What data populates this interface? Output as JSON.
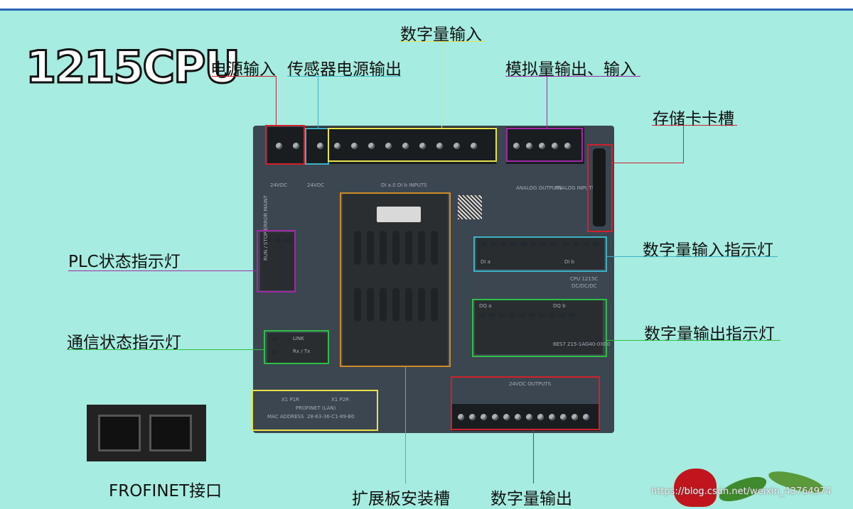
{
  "title": "1215CPU",
  "labels": {
    "power_input": "电源输入",
    "sensor_power_output": "传感器电源输出",
    "digital_input": "数字量输入",
    "analog_io": "模拟量输出、输入",
    "memory_card_slot": "存储卡卡槽",
    "plc_status_led": "PLC状态指示灯",
    "digital_input_led": "数字量输入指示灯",
    "comm_status_led": "通信状态指示灯",
    "digital_output_led": "数字量输出指示灯",
    "profinet_port": "FROFINET接口",
    "expansion_board_slot": "扩展板安装槽",
    "digital_output": "数字量输出"
  },
  "device_text": {
    "v24_dc_1": "24VDC",
    "v24_dc_2": "24VDC",
    "dc_inputs": "DI a.0  DI b  INPUTS",
    "analog_outputs": "ANALOG OUTPUTS",
    "analog_inputs": "ANALOG INPUTS",
    "status_leds": "RUN / STOP  ERROR  MAINT",
    "link": "LINK",
    "rx_tx": "Rx / Tx",
    "x1_p1r": "X1 P1R",
    "x1_p2r": "X1 P2R",
    "profinet_lan": "PROFINET (LAN)",
    "mac_address": "MAC ADDRESS",
    "mac_value": "28-63-36-C1-89-B0",
    "cpu_model": "CPU 1215C",
    "cpu_type": "DC/DC/DC",
    "order_no": "6ES7 215-1AG40-0XB0",
    "dq_outputs": "24VDC OUTPUTS",
    "di_a": "DI a",
    "di_b": "DI b",
    "dq_a": "DQ a",
    "dq_b": "DQ b"
  },
  "watermark": "https://blog.csdn.net/weixin_43764974",
  "colors": {
    "background": "#a6ece0",
    "red": "#d1202c",
    "cyan": "#3bb3c4",
    "yellow": "#e8e24a",
    "purple": "#a129a7",
    "green": "#2fbf45",
    "orange": "#d08a2a"
  }
}
